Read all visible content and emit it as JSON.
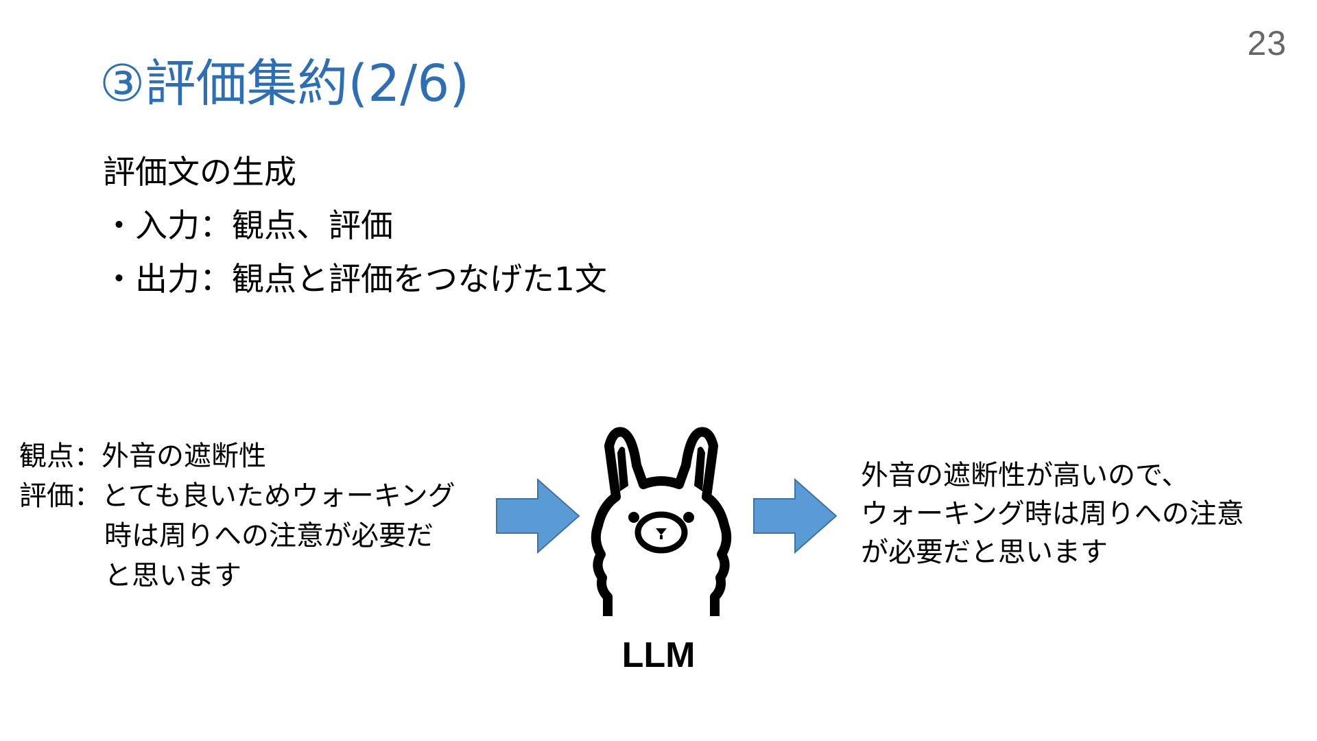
{
  "page_number": "23",
  "title": "③評価集約(2/6)",
  "bullets": {
    "heading": "評価文の生成",
    "input": "・入力：観点、評価",
    "output": "・出力：観点と評価をつなげた1文"
  },
  "example_input": {
    "aspect_label": "観点：",
    "aspect_value": "外音の遮断性",
    "evaluation_label": "評価：",
    "evaluation_lines": [
      "とても良いためウォーキング",
      "時は周りへの注意が必要だ",
      "と思います"
    ]
  },
  "model_label": "LLM",
  "example_output": {
    "lines": [
      "外音の遮断性が高いので、",
      "ウォーキング時は周りへの注意",
      "が必要だと思います"
    ]
  },
  "colors": {
    "title": "#2f6fb1",
    "arrow_fill": "#5b9bd5",
    "arrow_stroke": "#41719c",
    "page_number": "#666666"
  },
  "icons": {
    "model": "llama-icon",
    "flow": "right-arrow-icon"
  }
}
